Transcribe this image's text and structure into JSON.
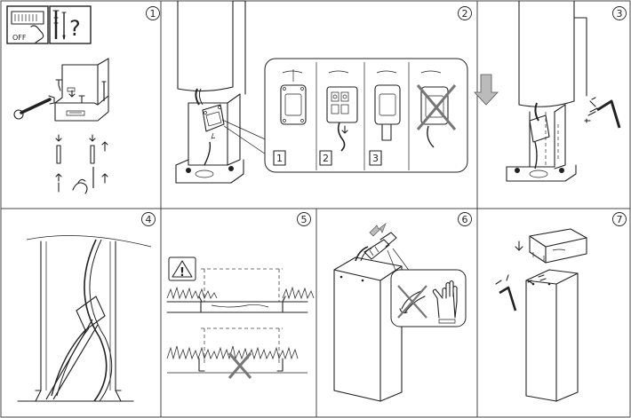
{
  "steps": [
    {
      "number": "1",
      "icons": {
        "switch_label": "OFF",
        "tools_mark": "?"
      }
    },
    {
      "number": "2",
      "sub_steps": [
        "1",
        "2",
        "3"
      ]
    },
    {
      "number": "3"
    },
    {
      "number": "4"
    },
    {
      "number": "5",
      "warning_mark": "!"
    },
    {
      "number": "6"
    },
    {
      "number": "7"
    }
  ],
  "colors": {
    "line": "#222222",
    "arrow_fill": "#bbbbbb",
    "cross": "#777777",
    "border": "#444444"
  },
  "icons": [
    "power-off-icon",
    "tools-question-icon",
    "wrench-icon",
    "allen-key-icon",
    "warning-icon",
    "cutter-crossed-icon",
    "glove-icon",
    "down-arrow-icon",
    "cross-icon"
  ]
}
